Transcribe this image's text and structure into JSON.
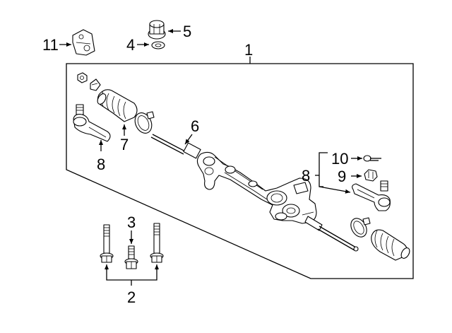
{
  "title": "Steering gear assembly exploded parts diagram",
  "callouts": {
    "c1": "1",
    "c2": "2",
    "c3": "3",
    "c4": "4",
    "c5": "5",
    "c6": "6",
    "c7": "7",
    "c8_left": "8",
    "c8_right": "8",
    "c9": "9",
    "c10": "10",
    "c11": "11"
  },
  "colors": {
    "line": "#000000",
    "background": "#ffffff"
  }
}
